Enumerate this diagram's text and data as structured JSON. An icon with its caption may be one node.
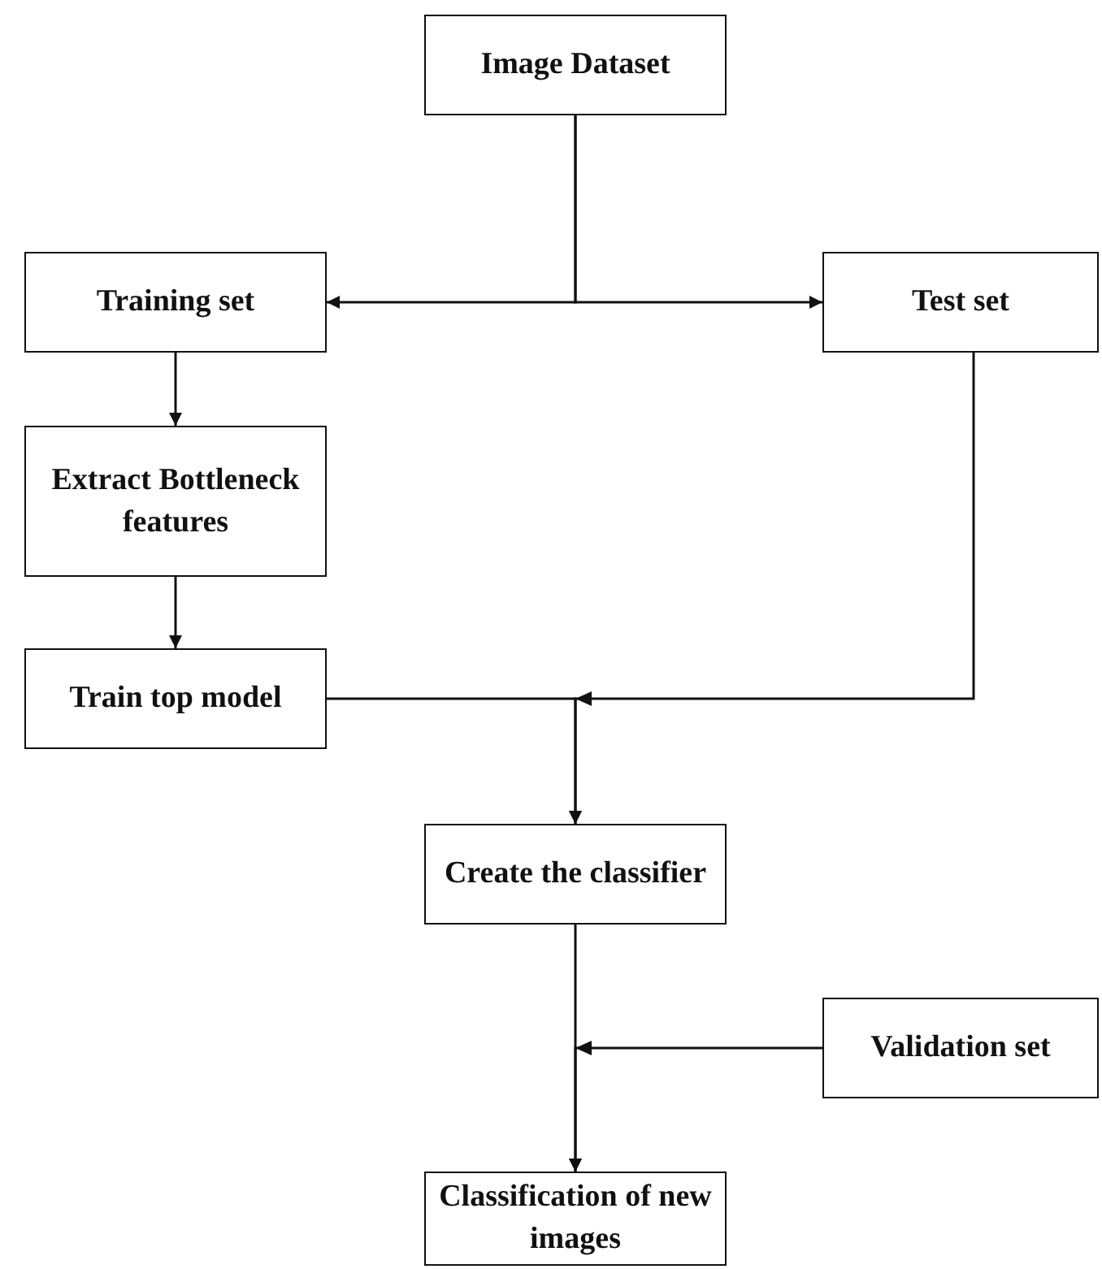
{
  "diagram": {
    "nodes": [
      {
        "text": [
          "Image Dataset"
        ]
      },
      {
        "text": [
          "Training set"
        ]
      },
      {
        "text": [
          "Test set"
        ]
      },
      {
        "text": [
          "Extract Bottleneck features"
        ]
      },
      {
        "text": [
          "Train top model"
        ]
      },
      {
        "text": [
          "Create the classifier"
        ]
      },
      {
        "text": [
          "Validation set"
        ]
      },
      {
        "text": [
          "Classification of new images"
        ]
      }
    ],
    "edges": [
      {
        "from": 0,
        "to": 1,
        "arrow": "to"
      },
      {
        "from": 0,
        "to": 2,
        "arrow": "to"
      },
      {
        "from": 1,
        "to": 3,
        "arrow": "to"
      },
      {
        "from": 3,
        "to": 4,
        "arrow": "to"
      },
      {
        "from": 4,
        "to": 5,
        "arrow": "to"
      },
      {
        "from": 2,
        "to": 5,
        "arrow": "to"
      },
      {
        "from": 5,
        "to": 7,
        "arrow": "to"
      },
      {
        "from": 6,
        "to": 7,
        "arrow": "to"
      }
    ]
  }
}
